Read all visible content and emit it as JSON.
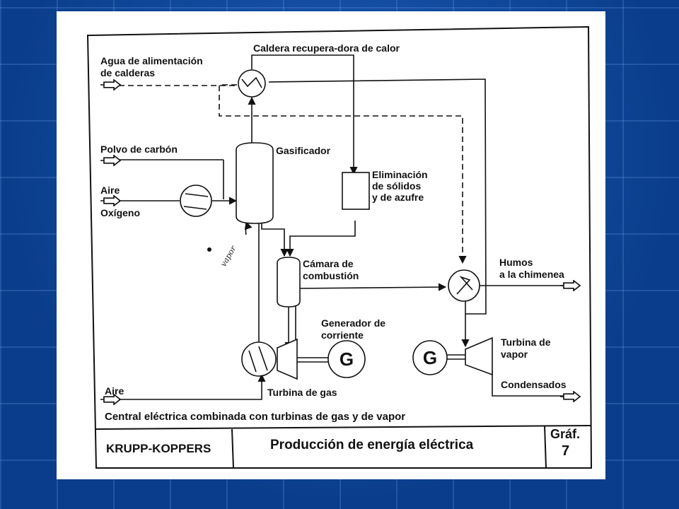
{
  "diagram": {
    "labels": {
      "caldera": "Caldera recupera-dora de calor",
      "agua_1": "Agua de alimentación",
      "agua_2": "de calderas",
      "polvo": "Polvo de carbón",
      "aire_in": "Aire",
      "oxigeno": "Oxígeno",
      "gasificador": "Gasificador",
      "elim_1": "Eliminación",
      "elim_2": "de sólidos",
      "elim_3": "y de azufre",
      "vapor_hand": "vapor",
      "camara_1": "Cámara de",
      "camara_2": "combustión",
      "humos_1": "Humos",
      "humos_2": "a la chimenea",
      "gen_1": "Generador de",
      "gen_2": "corriente",
      "turb_vapor_1": "Turbina de",
      "turb_vapor_2": "vapor",
      "condensados": "Condensados",
      "aire_gas": "Aire",
      "turbina_gas": "Turbina de gas",
      "caption": "Central eléctrica combinada con turbinas de gas y de vapor",
      "generator_symbol": "G"
    },
    "footer": {
      "company": "KRUPP-KOPPERS",
      "title": "Producción de energía eléctrica",
      "graf_label": "Gráf.",
      "graf_number": "7"
    }
  }
}
